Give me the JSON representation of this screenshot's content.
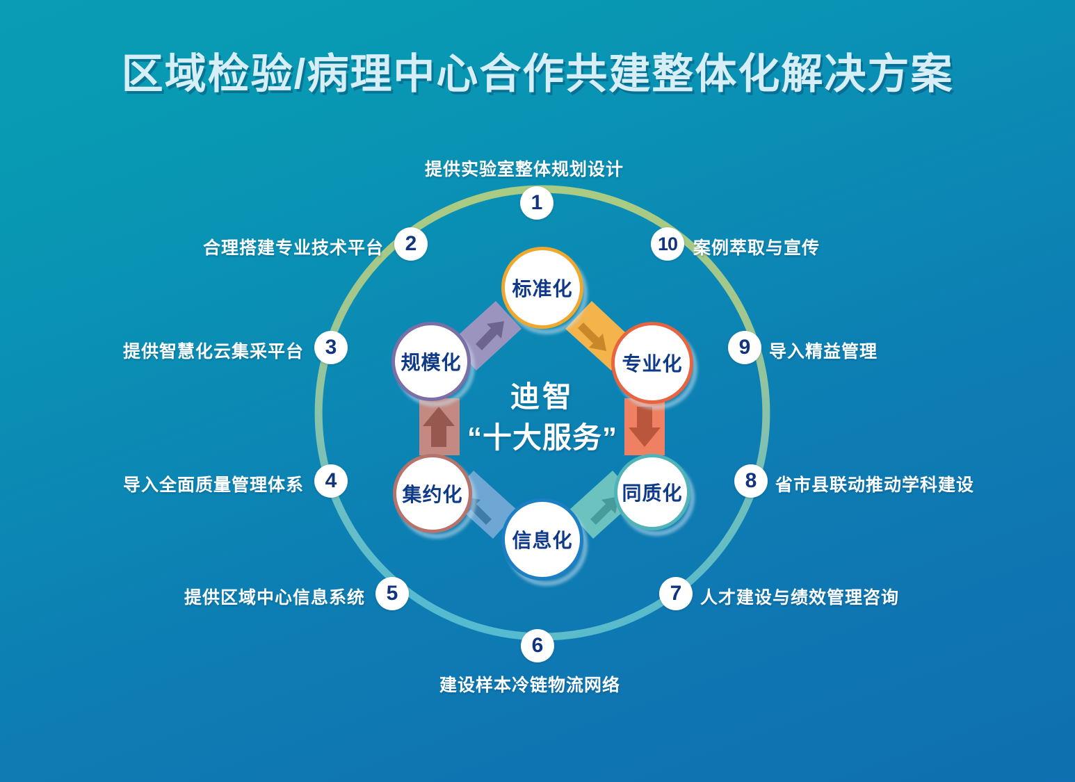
{
  "title": "区域检验/病理中心合作共建整体化解决方案",
  "center": {
    "line1": "迪智",
    "line2": "“十大服务”"
  },
  "core_nodes": [
    {
      "id": "standardization",
      "label": "标准化",
      "ring_color": "#f0a72e",
      "position": "top"
    },
    {
      "id": "specialization",
      "label": "专业化",
      "ring_color": "#e8633f",
      "position": "top-right"
    },
    {
      "id": "homogenization",
      "label": "同质化",
      "ring_color": "#4fb3b8",
      "position": "bottom-right"
    },
    {
      "id": "informatization",
      "label": "信息化",
      "ring_color": "#1c7fc4",
      "position": "bottom"
    },
    {
      "id": "intensification",
      "label": "集约化",
      "ring_color": "#b5736c",
      "position": "bottom-left"
    },
    {
      "id": "scaling",
      "label": "规模化",
      "ring_color": "#7b6fa6",
      "position": "top-left"
    }
  ],
  "flow_arrows": [
    {
      "from": "规模化",
      "to": "标准化",
      "band_color": "#9b94bf",
      "arrow_color": "#6d6490"
    },
    {
      "from": "标准化",
      "to": "专业化",
      "band_color": "#f3b44c",
      "arrow_color": "#c8882a"
    },
    {
      "from": "专业化",
      "to": "同质化",
      "band_color": "#ef8162",
      "arrow_color": "#b9563c"
    },
    {
      "from": "同质化",
      "to": "信息化",
      "band_color": "#6cc2bf",
      "arrow_color": "#479b99"
    },
    {
      "from": "信息化",
      "to": "集约化",
      "band_color": "#6fa7d4",
      "arrow_color": "#3f7ca8"
    },
    {
      "from": "集约化",
      "to": "规模化",
      "band_color": "#c48a82",
      "arrow_color": "#96584f"
    }
  ],
  "services": [
    {
      "number": "1",
      "label": "提供实验室整体规划设计"
    },
    {
      "number": "2",
      "label": "合理搭建专业技术平台"
    },
    {
      "number": "3",
      "label": "提供智慧化云集采平台"
    },
    {
      "number": "4",
      "label": "导入全面质量管理体系"
    },
    {
      "number": "5",
      "label": "提供区域中心信息系统"
    },
    {
      "number": "6",
      "label": "建设样本冷链物流网络"
    },
    {
      "number": "7",
      "label": "人才建设与绩效管理咨询"
    },
    {
      "number": "8",
      "label": "省市县联动推动学科建设"
    },
    {
      "number": "9",
      "label": "导入精益管理"
    },
    {
      "number": "10",
      "label": "案例萃取与宣传"
    }
  ],
  "colors": {
    "background_top": "#0a9cb4",
    "background_bottom": "#0f6fb0",
    "title_text": "#d6eef6",
    "ring_green": "#a9cb83",
    "ring_teal": "#4ab9d6",
    "marker_text": "#11347f",
    "node_text": "#0f3a8a"
  }
}
